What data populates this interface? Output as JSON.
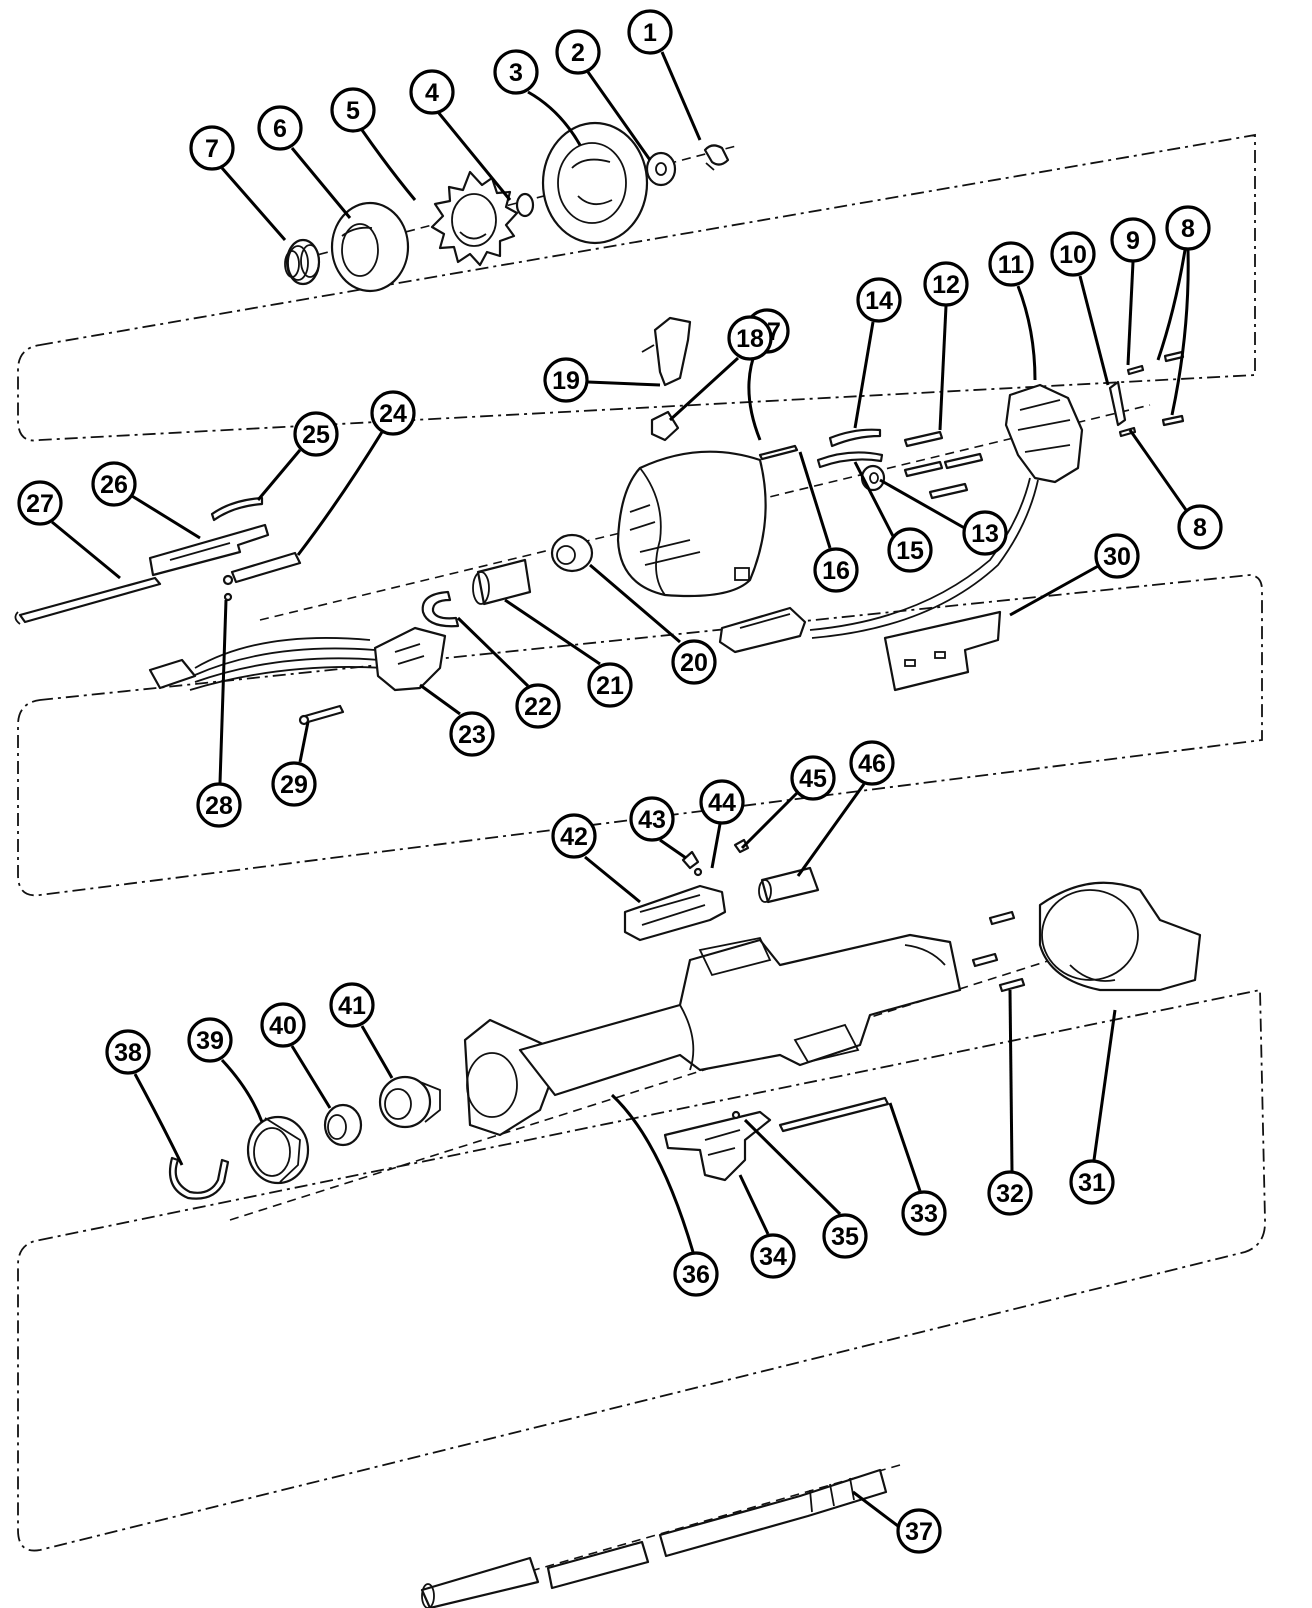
{
  "callouts": [
    {
      "label": "1"
    },
    {
      "label": "2"
    },
    {
      "label": "3"
    },
    {
      "label": "4"
    },
    {
      "label": "5"
    },
    {
      "label": "6"
    },
    {
      "label": "7"
    },
    {
      "label": "8"
    },
    {
      "label": "8"
    },
    {
      "label": "9"
    },
    {
      "label": "10"
    },
    {
      "label": "11"
    },
    {
      "label": "12"
    },
    {
      "label": "13"
    },
    {
      "label": "14"
    },
    {
      "label": "15"
    },
    {
      "label": "16"
    },
    {
      "label": "17"
    },
    {
      "label": "18"
    },
    {
      "label": "19"
    },
    {
      "label": "20"
    },
    {
      "label": "21"
    },
    {
      "label": "22"
    },
    {
      "label": "23"
    },
    {
      "label": "24"
    },
    {
      "label": "25"
    },
    {
      "label": "26"
    },
    {
      "label": "27"
    },
    {
      "label": "28"
    },
    {
      "label": "29"
    },
    {
      "label": "30"
    },
    {
      "label": "31"
    },
    {
      "label": "32"
    },
    {
      "label": "33"
    },
    {
      "label": "34"
    },
    {
      "label": "35"
    },
    {
      "label": "36"
    },
    {
      "label": "37"
    },
    {
      "label": "38"
    },
    {
      "label": "39"
    },
    {
      "label": "40"
    },
    {
      "label": "41"
    },
    {
      "label": "42"
    },
    {
      "label": "43"
    },
    {
      "label": "44"
    },
    {
      "label": "45"
    },
    {
      "label": "46"
    }
  ]
}
